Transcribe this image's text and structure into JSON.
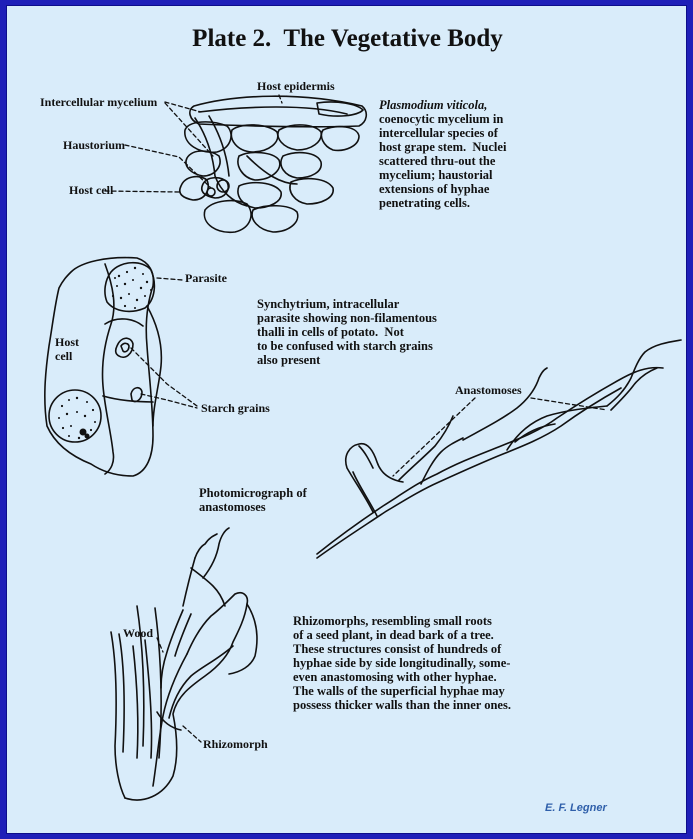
{
  "title": "Plate 2.  The Vegetative Body",
  "panel1": {
    "labels": {
      "host_epidermis": "Host epidermis",
      "intercellular_mycelium": "Intercellular mycelium",
      "haustorium": "Haustorium",
      "host_cell": "Host cell"
    },
    "caption": {
      "species": "Plasmodium viticola,",
      "body": "coenocytic mycelium in\nintercellular species of\nhost grape stem.  Nuclei\nscattered thru-out the\nmycelium; haustorial\nextensions of hyphae\npenetrating cells."
    }
  },
  "panel2": {
    "labels": {
      "parasite": "Parasite",
      "host_cell": "Host\ncell",
      "starch_grains": "Starch grains"
    },
    "caption": "Synchytrium, intracellular\nparasite showing non-filamentous\nthalli in cells of potato.  Not\nto be confused with starch grains\nalso present"
  },
  "panel3": {
    "labels": {
      "anastomoses": "Anastomoses"
    },
    "caption": "Photomicrograph of\nanastomoses"
  },
  "panel4": {
    "labels": {
      "wood": "Wood",
      "rhizomorph": "Rhizomorph"
    },
    "caption": "Rhizomorphs, resembling small roots\nof a seed plant, in dead bark of a tree.\nThese structures consist of hundreds of\nhyphae side by side longitudinally, some-\neven anastomosing with other hyphae.\nThe walls of the superficial hyphae may\npossess thicker walls than the inner ones."
  },
  "credit": "E. F. Legner",
  "colors": {
    "frame": "#1f1fb8",
    "background": "#d9ecfa",
    "ink": "#111111",
    "credit": "#2f5faa"
  }
}
